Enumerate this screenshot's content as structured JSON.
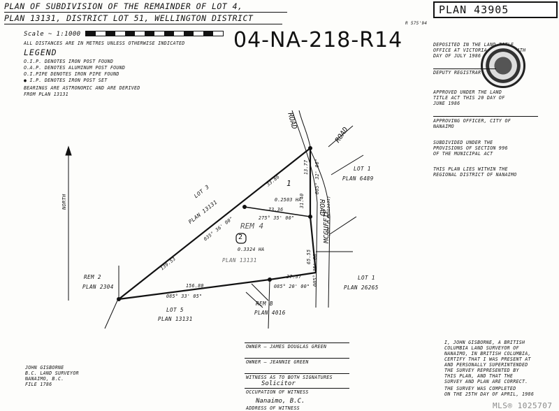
{
  "header": {
    "title_line1": "PLAN OF SUBDIVISION OF THE REMAINDER OF LOT 4,",
    "title_line2": "PLAN 13131, DISTRICT LOT 51, WELLINGTON DISTRICT",
    "plan_number": "PLAN 43905",
    "handwritten_ref": "04-NA-218-R14",
    "corner_ref": "R 575'94"
  },
  "scale": {
    "label": "Scale ~ 1:1000",
    "units_note": "ALL DISTANCES ARE IN METRES UNLESS OTHERWISE INDICATED"
  },
  "legend": {
    "title": "LEGEND",
    "items": [
      "O.I.P. DENOTES IRON POST FOUND",
      "O.A.P. DENOTES ALUMINUM POST FOUND",
      "O.I.PIPE DENOTES IRON PIPE FOUND",
      "● I.P. DENOTES IRON POST SET"
    ],
    "bearings_line1": "BEARINGS ARE ASTRONOMIC AND ARE DERIVED",
    "bearings_line2": "FROM PLAN 13131"
  },
  "right_notes": {
    "deposit_line1": "DEPOSITED IN THE LAND TITLE",
    "deposit_line2": "OFFICE AT VICTORIA, BC THIS 4th",
    "deposit_line3": "DAY OF JULY 1986",
    "deputy": "DEPUTY REGISTRAR",
    "approved_line1": "APPROVED UNDER THE LAND",
    "approved_line2": "TITLE ACT THIS 20 DAY OF",
    "approved_line3": "JUNE 1986",
    "approving_line1": "APPROVING OFFICER, CITY OF",
    "approving_line2": "NANAIMO",
    "subdivided_line1": "SUBDIVIDED UNDER THE",
    "subdivided_line2": "PROVISIONS OF SECTION 996",
    "subdivided_line3": "OF THE MUNICIPAL ACT",
    "regional_line1": "THIS PLAN LIES WITHIN THE",
    "regional_line2": "REGIONAL DISTRICT OF NANAIMO",
    "certificate": [
      "I, JOHN GISBORNE, A BRITISH",
      "COLUMBIA LAND SURVEYOR OF",
      "NANAIMO, IN BRITISH COLUMBIA,",
      "CERTIFY THAT I WAS PRESENT AT",
      "AND PERSONALLY SUPERINTENDED",
      "THE SURVEY REPRESENTED BY",
      "THIS PLAN, AND THAT THE",
      "SURVEY AND PLAN ARE CORRECT.",
      "THE SURVEY WAS COMPLETED",
      "ON THE 25th DAY OF APRIL, 1986"
    ]
  },
  "map": {
    "north": "NORTH",
    "road_top": "ROAD",
    "road_right": "ROAD",
    "mcguffie_road": "ROAD",
    "mcguffie": "McGUFFIE",
    "mcguffie_sub": "(See Plan 13131)",
    "lot1_top": "LOT 1",
    "plan_6489": "PLAN 6489",
    "lot3": "LOT 3",
    "plan_13131_left": "PLAN 13131",
    "lot_number_1": "1",
    "rem4": "REM 4",
    "parcel_2": "2",
    "area_rem4": "0.3324 Ha",
    "plan_13131_center": "PLAN 13131",
    "area_lot1": "0.2503 Ha",
    "rem2": "REM 2",
    "plan_2304": "PLAN 2304",
    "lot1_right": "LOT 1",
    "plan_26265": "PLAN 26265",
    "remB": "REM B",
    "plan_4016": "PLAN 4016",
    "lot5": "LOT 5",
    "plan_13131_bottom": "PLAN 13131",
    "dim_hyp": "139.53",
    "dim_hyp_upper": "33.86",
    "brg_hyp": "035° 36' 00\"",
    "dim_internal": "73.36",
    "brg_internal": "275° 35' 00\"",
    "dim_right_top": "13.77",
    "brg_right_top": "005° 32' 00\"",
    "dim_right_mid": "31.40",
    "dim_right_low": "65.55",
    "brg_right_low": "005° 35' 00\"",
    "dim_bottom": "156.80",
    "brg_bottom": "085° 33' 05\"",
    "dim_bottom_short": "37.37",
    "brg_bottom_short": "085° 20' 00\""
  },
  "signatures": {
    "owner1_name": "OWNER — JAMES DOUGLAS GREEN",
    "owner2_name": "OWNER — JEANNIE GREEN",
    "witness": "WITNESS AS TO BOTH SIGNATURES",
    "solicitor": "Solicitor",
    "occupation": "OCCUPATION OF WITNESS",
    "address": "Nanaimo, B.C.",
    "address2": "ADDRESS OF WITNESS"
  },
  "surveyor": {
    "line1": "JOHN GISBORNE",
    "line2": "B.C. LAND SURVEYOR",
    "line3": "NANAIMO, B.C.",
    "line4": "FILE 1786"
  },
  "watermark": "MLS® 1025707"
}
